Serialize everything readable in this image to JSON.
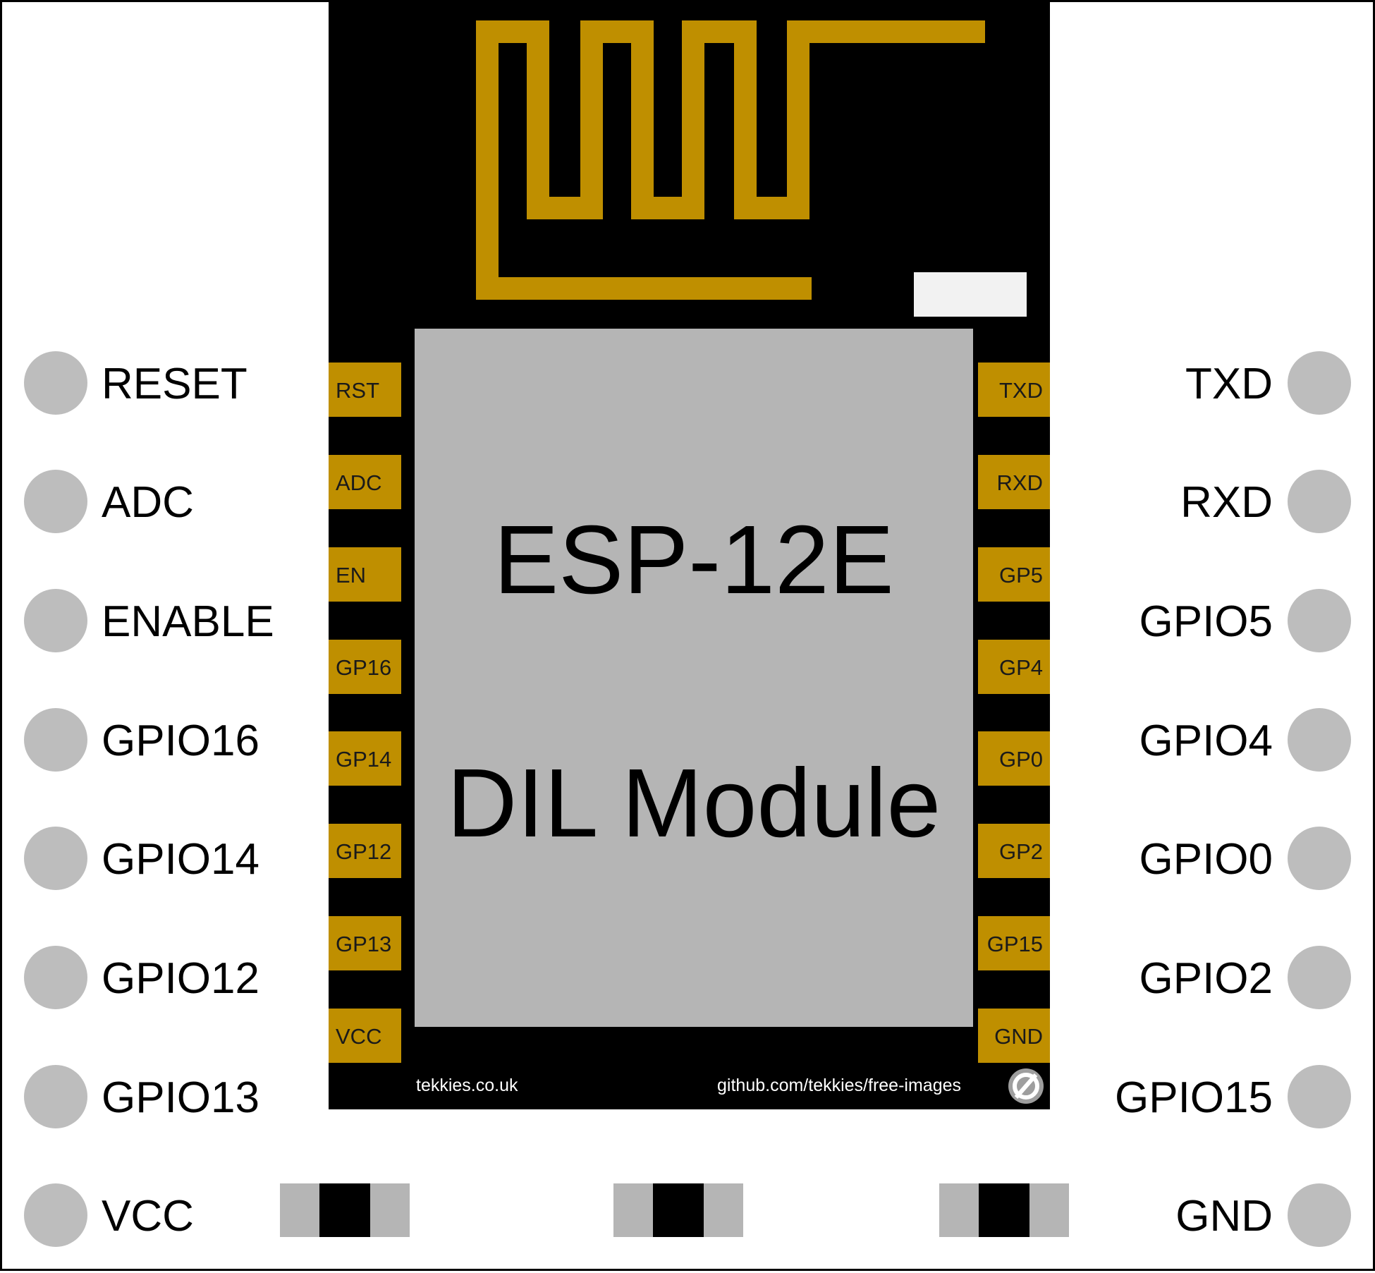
{
  "colors": {
    "module_body": "#000000",
    "antenna_trace": "#bf8f00",
    "shield": "#b5b5b5",
    "pad": "#bf8f00",
    "pin_circle": "#bdbdbd",
    "led": "#f2f2f2"
  },
  "chip": {
    "title_line1": "ESP-12E",
    "title_line2": "DIL Module"
  },
  "credits": {
    "left": "tekkies.co.uk",
    "right": "github.com/tekkies/free-images"
  },
  "left_pins": [
    {
      "label": "RESET",
      "pad": "RST"
    },
    {
      "label": "ADC",
      "pad": "ADC"
    },
    {
      "label": "ENABLE",
      "pad": "EN"
    },
    {
      "label": "GPIO16",
      "pad": "GP16"
    },
    {
      "label": "GPIO14",
      "pad": "GP14"
    },
    {
      "label": "GPIO12",
      "pad": "GP12"
    },
    {
      "label": "GPIO13",
      "pad": "GP13"
    },
    {
      "label": "VCC",
      "pad": "VCC"
    }
  ],
  "right_pins": [
    {
      "label": "TXD",
      "pad": "TXD"
    },
    {
      "label": "RXD",
      "pad": "RXD"
    },
    {
      "label": "GPIO5",
      "pad": "GP5"
    },
    {
      "label": "GPIO4",
      "pad": "GP4"
    },
    {
      "label": "GPIO0",
      "pad": "GP0"
    },
    {
      "label": "GPIO2",
      "pad": "GP2"
    },
    {
      "label": "GPIO15",
      "pad": "GP15"
    },
    {
      "label": "GND",
      "pad": "GND"
    }
  ]
}
